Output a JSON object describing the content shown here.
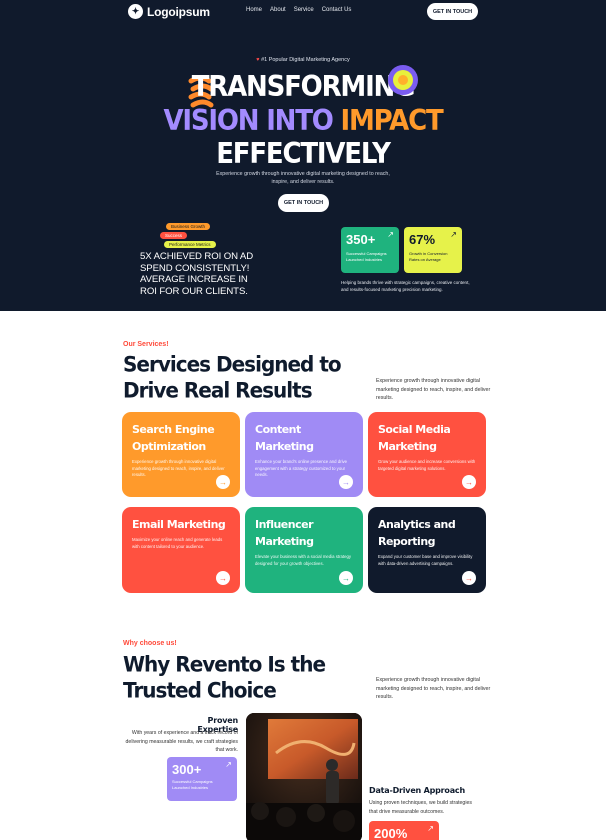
{
  "nav": {
    "logo": "Logoipsum",
    "links": [
      "Home",
      "About",
      "Service",
      "Contact Us"
    ],
    "cta": "GET IN TOUCH"
  },
  "hero": {
    "eyebrow": "#1 Popular Digital Marketing Agency",
    "line1": "TRANSFORMING",
    "line2_a": "VISION INTO ",
    "line2_b": "IMPACT",
    "line3": "EFFECTIVELY",
    "subtitle": "Experience growth through innovative digital marketing designed to reach, inspire, and deliver results.",
    "cta": "GET IN TOUCH",
    "tags": [
      "Business Growth",
      "Success",
      "Performance Metrics"
    ],
    "roi_text": "5X ACHIEVED ROI ON AD SPEND CONSISTENTLY! AVERAGE INCREASE IN ROI FOR OUR CLIENTS.",
    "stats": [
      {
        "value": "350+",
        "label": "Successful Campaigns Launched Industries"
      },
      {
        "value": "67%",
        "label": "Growth in Conversion Rates on Average"
      }
    ],
    "note": "Helping brands thrive with strategic campaigns, creative content, and results-focused marketing precision marketing.",
    "colors": {
      "bg": "#101a2c",
      "purple": "#a38bff",
      "orange": "#ff9a2b",
      "green": "#1fb37e",
      "yellow": "#e6f24a"
    }
  },
  "services": {
    "eyebrow": "Our Services!",
    "title_1": "Services Designed to",
    "title_2": "Drive Real Results",
    "desc": "Experience growth through innovative digital marketing designed to reach, inspire, and deliver results.",
    "cards": [
      {
        "title_1": "Search Engine",
        "title_2": "Optimization",
        "desc": "Experience growth through innovative digital marketing designed to reach, inspire, and deliver results.",
        "color": "#ff9a2b"
      },
      {
        "title_1": "Content Marketing",
        "title_2": "",
        "desc": "Enhance your brand's online presence and drive engagement with a strategy customized to your needs.",
        "color": "#a08bf5"
      },
      {
        "title_1": "Social Media",
        "title_2": "Marketing",
        "desc": "Grow your audience and increase conversions with targeted digital marketing solutions.",
        "color": "#ff5140"
      },
      {
        "title_1": "Email Marketing",
        "title_2": "",
        "desc": "Maximize your online reach and generate leads with content tailored to your audience.",
        "color": "#ff5140"
      },
      {
        "title_1": "Influencer",
        "title_2": "Marketing",
        "desc": "Elevate your business with a social media strategy designed for your growth objectives.",
        "color": "#1fb37e"
      },
      {
        "title_1": "Analytics and",
        "title_2": "Reporting",
        "desc": "Expand your customer base and improve visibility with data-driven advertising campaigns.",
        "color": "#101a2c"
      }
    ]
  },
  "why": {
    "eyebrow": "Why choose us!",
    "title_1": "Why Revento Is the",
    "title_2": "Trusted Choice",
    "desc": "Experience growth through innovative digital marketing designed to reach, inspire, and deliver results.",
    "expertise_title": "Proven Expertise",
    "expertise_desc": "With years of experience and a track record of delivering measurable results, we craft strategies that work.",
    "stat1_value": "300+",
    "stat1_label": "Successful Campaigns Launched Industries",
    "data_title": "Data-Driven Approach",
    "data_desc": "Using proven techniques, we build strategies that drive measurable outcomes.",
    "stat2_value": "200%"
  }
}
